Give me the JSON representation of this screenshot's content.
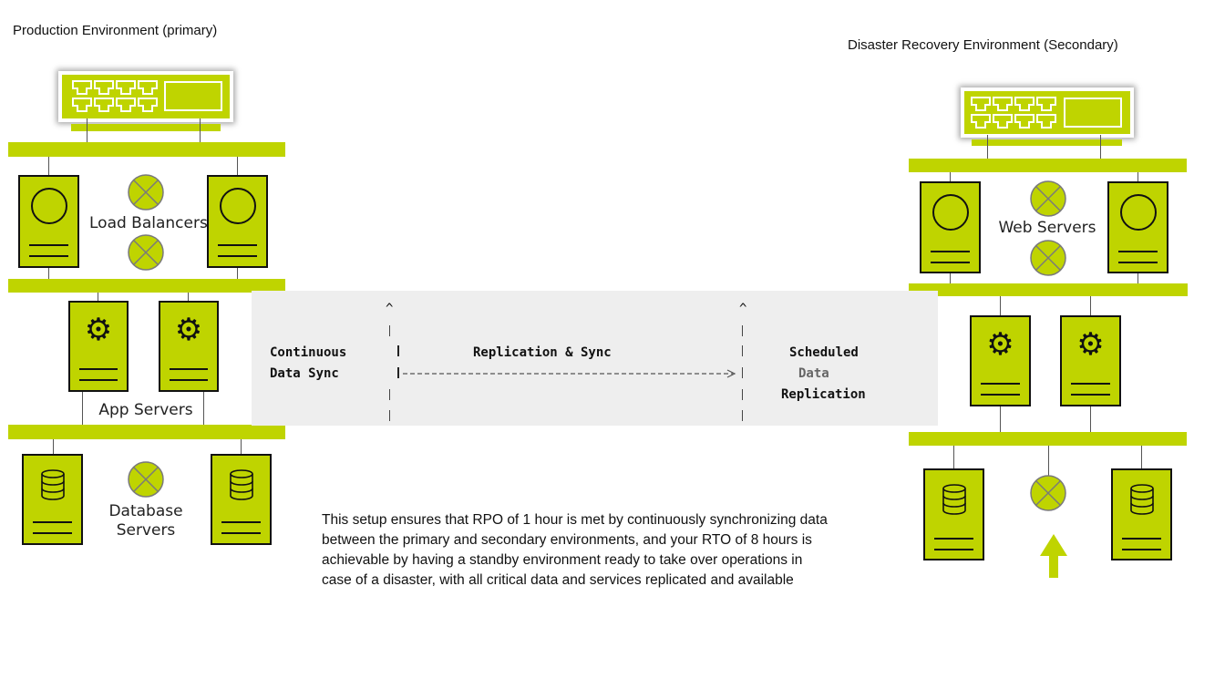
{
  "production": {
    "title": "Production Environment (primary)",
    "load_balancers_label": "Load Balancers",
    "app_servers_label": "App Servers",
    "database_servers_label_line1": "Database",
    "database_servers_label_line2": "Servers"
  },
  "disaster_recovery": {
    "title": "Disaster Recovery Environment (Secondary)",
    "web_servers_label": "Web Servers"
  },
  "replication_panel": {
    "left_line1": "Continuous",
    "left_line2": "Data Sync",
    "center_label": "Replication & Sync",
    "right_line1": "Scheduled",
    "right_line2": "Data",
    "right_line3": "Replication"
  },
  "note": "This setup ensures that RPO of 1 hour is met by continuously synchronizing data between the primary and secondary environments, and your RTO of 8 hours is achievable by having a standby environment ready to take over operations in case of a disaster, with all critical data and services replicated and available",
  "colors": {
    "accent": "#bfd400",
    "stroke": "#111111",
    "panel": "#eeeeee"
  }
}
